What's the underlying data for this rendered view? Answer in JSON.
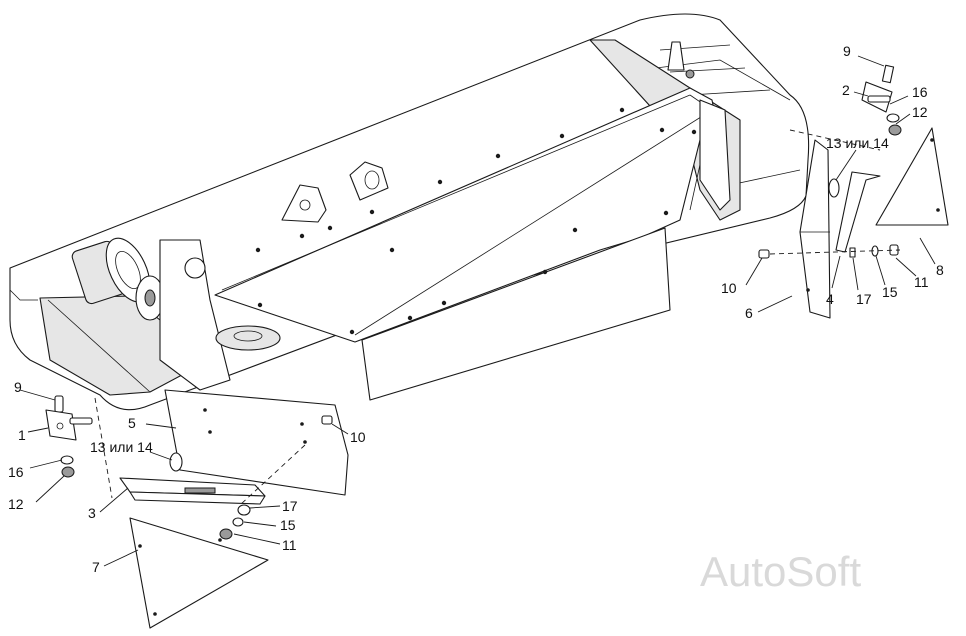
{
  "callouts": {
    "c9_right": "9",
    "c2": "2",
    "c16_right": "16",
    "c12_right": "12",
    "c13_14_right": "13 или 14",
    "c10_right": "10",
    "c6": "6",
    "c4": "4",
    "c17_right": "17",
    "c15_right": "15",
    "c11_right": "11",
    "c8": "8",
    "c9_left": "9",
    "c1": "1",
    "c16_left": "16",
    "c12_left": "12",
    "c5": "5",
    "c13_14_left": "13 или 14",
    "c10_left": "10",
    "c3": "3",
    "c17_left": "17",
    "c15_left": "15",
    "c11_left": "11",
    "c7": "7"
  },
  "watermark": "AutoSoft"
}
